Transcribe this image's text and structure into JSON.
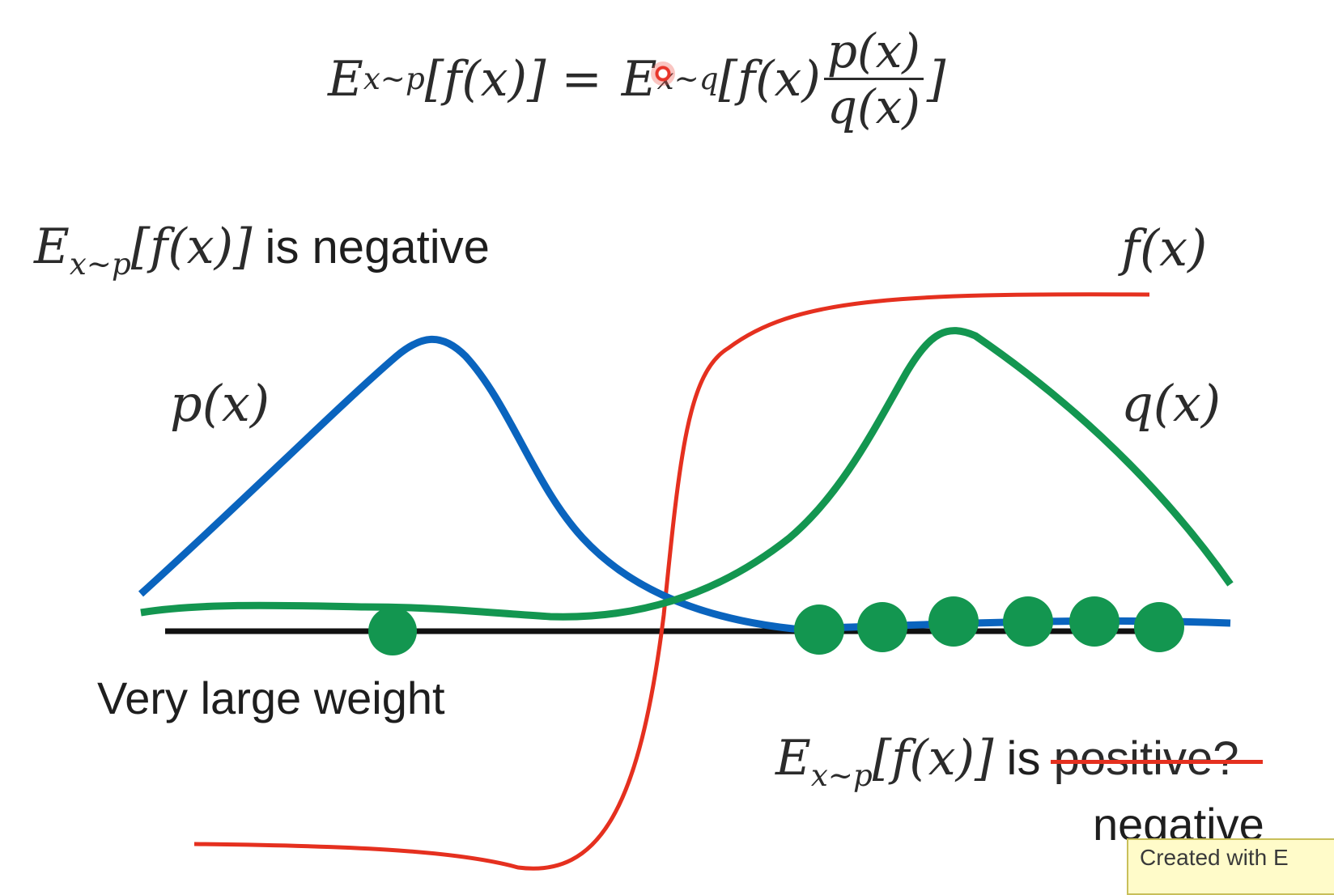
{
  "equation": {
    "lhs": "E",
    "lhs_sub": "x~p",
    "lhs_body": "[f(x)] =",
    "rhs": "E",
    "rhs_sub": "x~q",
    "rhs_body": "[f(x)",
    "frac_num": "p(x)",
    "frac_den": "q(x)",
    "close": "]"
  },
  "labels": {
    "neg_E": "E",
    "neg_sub": "x~p",
    "neg_body": "[f(x)]",
    "neg_text": " is negative",
    "fx": "f(x)",
    "px": "p(x)",
    "qx": "q(x)",
    "weight": "Very large weight",
    "pos_E": "E",
    "pos_sub": "x~p",
    "pos_body": "[f(x)]",
    "pos_is": " is ",
    "pos_struck": "positive?",
    "negative2": "negative",
    "watermark": "Created with E"
  },
  "colors": {
    "p_curve": "#0a64be",
    "q_curve": "#139650",
    "f_curve": "#e5301f",
    "axis": "#111111",
    "samples": "#139650"
  },
  "samples": {
    "left_count": 1,
    "right_count": 6
  }
}
